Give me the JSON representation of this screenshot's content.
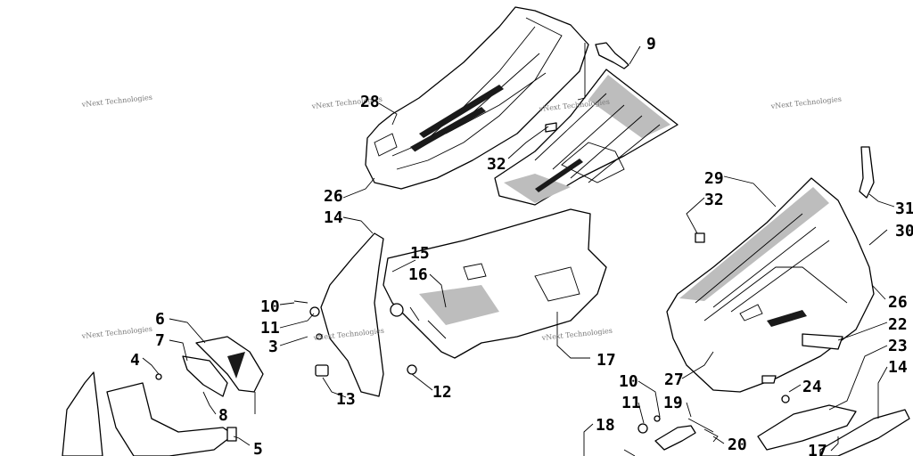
{
  "callouts": [
    "9",
    "28",
    "32",
    "26",
    "14",
    "15",
    "16",
    "10",
    "11",
    "3",
    "12",
    "13",
    "17",
    "29",
    "32",
    "31",
    "30",
    "26",
    "22",
    "23",
    "14",
    "27",
    "24",
    "6",
    "7",
    "4",
    "8",
    "5",
    "10",
    "11",
    "19",
    "18",
    "20",
    "17"
  ],
  "watermarks": [
    "vNext Technologies",
    "vNext Technologies",
    "vNext Technologies",
    "vNext Technologies",
    "vNext Technologies",
    "vNext Technologies",
    "vNext Technologies"
  ],
  "colors": {
    "ink": "#000000",
    "watermark": "#7a7a7a",
    "background": "#ffffff"
  }
}
